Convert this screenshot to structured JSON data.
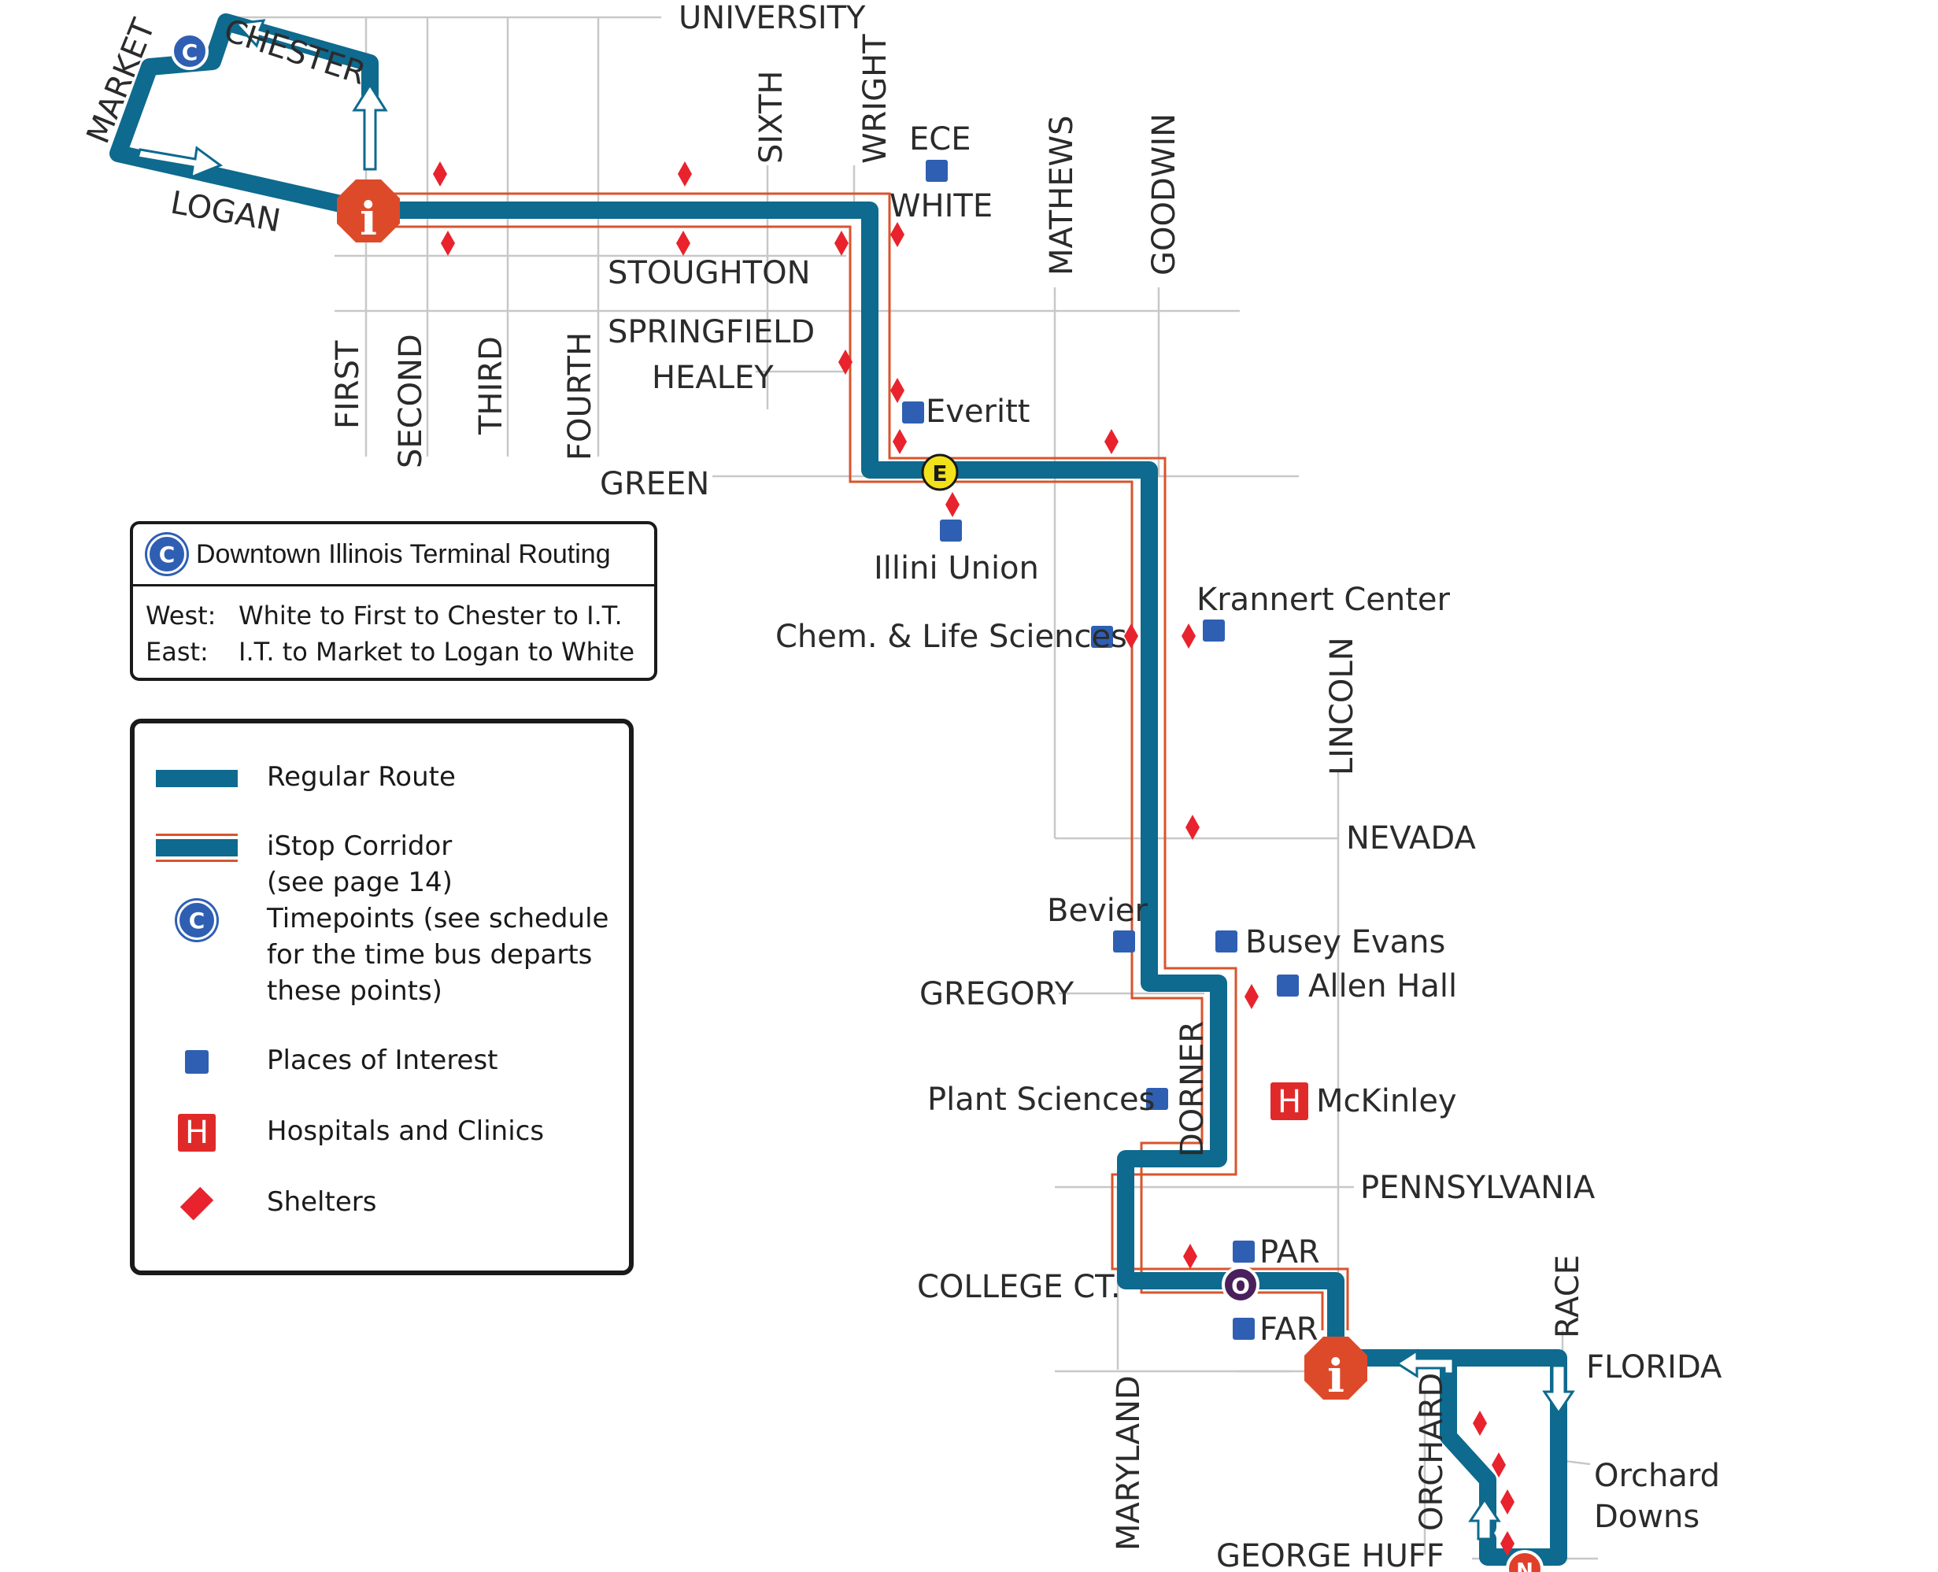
{
  "streets": {
    "university": "UNIVERSITY",
    "chester": "CHESTER",
    "market": "MARKET",
    "logan": "LOGAN",
    "sixth": "SIXTH",
    "wright": "WRIGHT",
    "white": "WHITE",
    "stoughton": "STOUGHTON",
    "springfield": "SPRINGFIELD",
    "healey": "HEALEY",
    "green": "GREEN",
    "first": "FIRST",
    "second": "SECOND",
    "third": "THIRD",
    "fourth": "FOURTH",
    "mathews": "MATHEWS",
    "goodwin": "GOODWIN",
    "lincoln": "LINCOLN",
    "nevada": "NEVADA",
    "gregory": "GREGORY",
    "dorner": "DORNER",
    "pennsylvania": "PENNSYLVANIA",
    "college_ct": "COLLEGE CT.",
    "maryland": "MARYLAND",
    "orchard": "ORCHARD",
    "race": "RACE",
    "florida": "FLORIDA",
    "george_huff": "GEORGE HUFF"
  },
  "places": {
    "ece": "ECE",
    "everitt": "Everitt",
    "illini_union": "Illini Union",
    "chem_life": "Chem. & Life Sciences",
    "krannert": "Krannert Center",
    "bevier": "Bevier",
    "busey_evans": "Busey Evans",
    "allen_hall": "Allen Hall",
    "plant_sciences": "Plant Sciences",
    "mckinley": "McKinley",
    "par": "PAR",
    "far": "FAR",
    "orchard_downs": "Orchard\nDowns"
  },
  "timepoints": {
    "c": "C",
    "e": "E",
    "o": "O",
    "n": "N"
  },
  "istop_glyph": "i",
  "hospital_glyph": "H",
  "routing_box": {
    "symbol": "C",
    "title": "Downtown Illinois Terminal Routing",
    "rows": [
      {
        "key": "West:",
        "value": "White to First to Chester to I.T."
      },
      {
        "key": "East:",
        "value": "I.T. to Market to Logan to White"
      }
    ]
  },
  "legend": {
    "regular_route": "Regular Route",
    "istop_corridor": "iStop Corridor\n(see page 14)",
    "timepoints": "Timepoints (see schedule\nfor the time bus departs\nthese points)",
    "places_of_interest": "Places of  Interest",
    "hospitals": "Hospitals and Clinics",
    "shelters": "Shelters"
  },
  "colors": {
    "route": "#0e6a8e",
    "istop_outline": "#d9542c",
    "istop_marker": "#dd4a2a",
    "timepoint_c": "#2f5fb2",
    "timepoint_e": "#f2e21a",
    "timepoint_o": "#4b1f5c",
    "timepoint_n": "#e0402a",
    "place": "#2f5fb2",
    "shelter": "#e8232d",
    "hospital": "#e02a2a"
  }
}
